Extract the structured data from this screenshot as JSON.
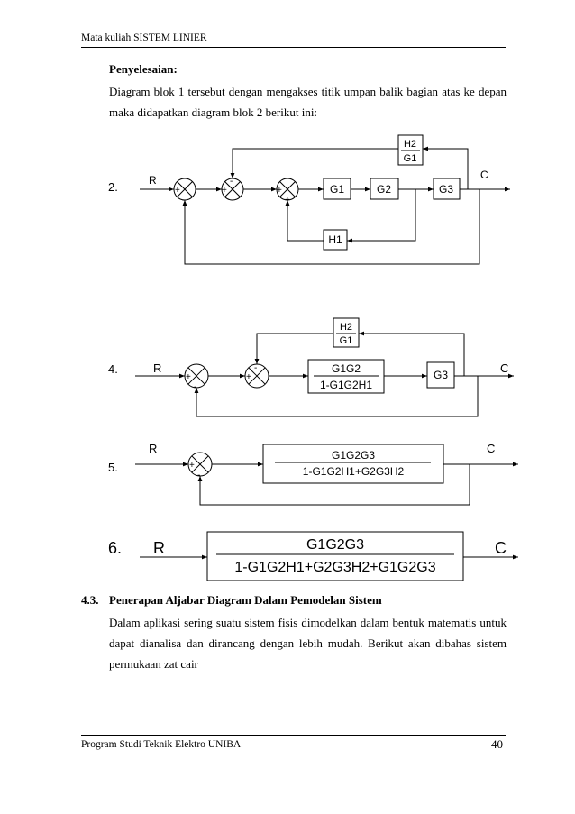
{
  "header": {
    "title": "Mata kuliah SISTEM LINIER"
  },
  "solution": {
    "heading": "Penyelesaian:",
    "lines": [
      "Diagram blok 1 tersebut dengan mengakses titik umpan balik bagian atas ke depan",
      "maka didapatkan diagram blok 2 berikut ini:"
    ]
  },
  "diagrams": {
    "d2": {
      "label": "2.",
      "input": "R",
      "output": "C",
      "g1": "G1",
      "g2": "G2",
      "g3": "G3",
      "h1": "H1",
      "h2_num": "H2",
      "h2_den": "G1"
    },
    "d4": {
      "label": "4.",
      "input": "R",
      "output": "C",
      "tf_num": "G1G2",
      "tf_den": "1-G1G2H1",
      "g3": "G3",
      "h2_num": "H2",
      "h2_den": "G1"
    },
    "d5": {
      "label": "5.",
      "input": "R",
      "output": "C",
      "tf_num": "G1G2G3",
      "tf_den": "1-G1G2H1+G2G3H2"
    },
    "d6": {
      "label": "6.",
      "input": "R",
      "output": "C",
      "tf_num": "G1G2G3",
      "tf_den": "1-G1G2H1+G2G3H2+G1G2G3"
    },
    "signs": {
      "plus": "+",
      "minus": "-"
    }
  },
  "section": {
    "number": "4.3.",
    "title": "Penerapan Aljabar Diagram Dalam Pemodelan Sistem",
    "lines": [
      "Dalam aplikasi sering suatu sistem fisis dimodelkan dalam bentuk matematis untuk",
      "dapat dianalisa dan dirancang dengan lebih mudah. Berikut akan dibahas sistem",
      "permukaan zat cair"
    ]
  },
  "footer": {
    "text": "Program Studi Teknik Elektro UNIBA",
    "page": "40"
  }
}
